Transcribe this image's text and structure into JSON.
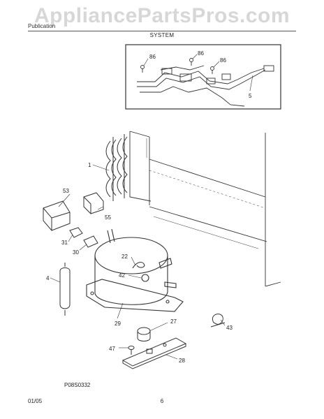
{
  "header": {
    "publication_label": "Publication",
    "section_title": "SYSTEM"
  },
  "watermark": {
    "text": "AppliancePartsPros.com",
    "color": "#999999"
  },
  "callouts": {
    "c86a": "86",
    "c86b": "86",
    "c86c": "86",
    "c5": "5",
    "c1": "1",
    "c53": "53",
    "c55": "55",
    "c31": "31",
    "c30": "30",
    "c22": "22",
    "c42": "42",
    "c4": "4",
    "c29": "29",
    "c27": "27",
    "c43": "43",
    "c47": "47",
    "c28": "28"
  },
  "footer": {
    "diagram_code": "P08S0332",
    "date": "01/05",
    "page_number": "6"
  }
}
